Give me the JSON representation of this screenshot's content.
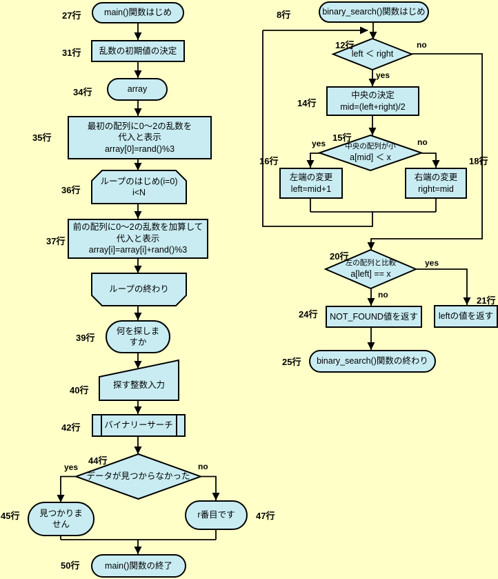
{
  "colors": {
    "background": "#FFFFC8",
    "node_fill": "#C8ECF2",
    "line": "#000000",
    "text": "#000000"
  },
  "nodes": {
    "main_start": {
      "line": "27行",
      "text": "main()関数はじめ"
    },
    "init_random": {
      "line": "31行",
      "text": "乱数の初期値の決定"
    },
    "array_data": {
      "line": "34行",
      "text": "array"
    },
    "first_assign": {
      "line": "35行",
      "text": "最初の配列に0〜2の乱数を\n代入と表示\narray[0]=rand()%3"
    },
    "loop_begin": {
      "line": "36行",
      "text": "ループのはじめ(i=0)\ni<N"
    },
    "add_assign": {
      "line": "37行",
      "text": "前の配列に0〜2の乱数を加算して\n代入と表示\narray[i]=array[i]+rand()%3"
    },
    "loop_end": {
      "text": "ループの終わり"
    },
    "ask_prompt": {
      "line": "39行",
      "text": "何を探しま\nすか"
    },
    "input_integer": {
      "line": "40行",
      "text": "探す整数入力"
    },
    "binary_call": {
      "line": "42行",
      "text": "バイナリーサーチ"
    },
    "notfound_check": {
      "line": "44行",
      "expr": "データが見つからなかった",
      "yes": "yes",
      "no": "no"
    },
    "msg_not_found": {
      "line": "45行",
      "text": "見つかりま\nせん"
    },
    "msg_found": {
      "line": "47行",
      "text": "r番目です"
    },
    "main_end": {
      "line": "50行",
      "text": "main()関数の終了"
    },
    "bs_start": {
      "line": "8行",
      "text": "binary_search()関数はじめ"
    },
    "while_check": {
      "line": "12行",
      "expr": "left ＜ right",
      "yes": "yes",
      "no": "no"
    },
    "mid_calc": {
      "line": "14行",
      "text": "中央の決定\nmid=(left+right)/2"
    },
    "mid_check": {
      "line": "15行",
      "caption": "中央の配列が小",
      "expr": "a[mid] ＜ x",
      "yes": "yes",
      "no": "no"
    },
    "left_update": {
      "line": "16行",
      "text": "左端の変更\nleft=mid+1"
    },
    "right_update": {
      "line": "18行",
      "text": "右端の変更\nright=mid"
    },
    "left_check": {
      "line": "20行",
      "caption": "左の配列と比較",
      "expr": "a[left] == x",
      "yes": "yes",
      "no": "no"
    },
    "return_left": {
      "line": "21行",
      "text": "leftの値を返す"
    },
    "return_notfound": {
      "line": "24行",
      "text": "NOT_FOUND値を返す"
    },
    "bs_end": {
      "line": "25行",
      "text": "binary_search()関数の終わり"
    }
  }
}
